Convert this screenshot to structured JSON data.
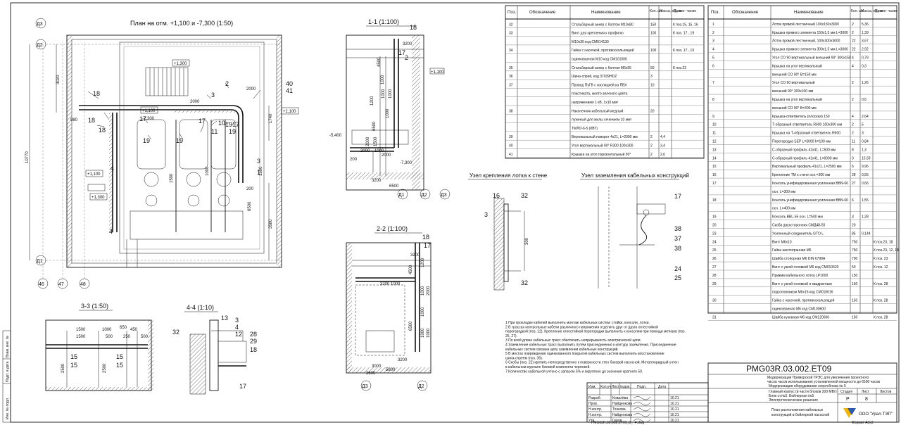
{
  "plan": {
    "title": "План на отм. +1,100 и -7,300 (1:50)",
    "axes": [
      "Д3",
      "Д2",
      "Д1",
      "46",
      "47",
      "48"
    ],
    "elev": [
      "+1,300",
      "+1,100",
      "+1,100",
      "-7,300",
      "+1,300",
      "+1,100"
    ],
    "dims": [
      "3020",
      "980",
      "10770",
      "1740",
      "3580",
      "2000",
      "1500",
      "1000",
      "1500",
      "200",
      "6500",
      "2000"
    ],
    "callouts": [
      "18",
      "18",
      "17",
      "18",
      "19",
      "19",
      "17",
      "10",
      "19",
      "17",
      "11",
      "19",
      "2",
      "3",
      "4",
      "3",
      "40",
      "41",
      "1",
      "4"
    ]
  },
  "sec11": {
    "title": "1-1 (1:100)",
    "axes": [
      "Д1",
      "Д2",
      "Д3"
    ],
    "callouts": [
      "18",
      "17",
      "2"
    ],
    "elev": [
      "+1,100",
      "-5,400",
      "-7,300"
    ],
    "dims": [
      "3200",
      "4500",
      "6500",
      "2000",
      "1000",
      "2000",
      "3200",
      "200",
      "6500",
      "1200",
      "1000",
      "1500",
      "2000",
      "1000",
      "1000",
      "1000"
    ]
  },
  "sec22": {
    "title": "2-2 (1:100)",
    "callouts": [
      "18",
      "17"
    ],
    "axes": [
      "Д3",
      "Д2"
    ],
    "dims": [
      "3200",
      "4500",
      "6500",
      "3200",
      "1000",
      "3000",
      "5800",
      "1200",
      "1000",
      "1000",
      "1000",
      "1000",
      "2000",
      "3200",
      "3500"
    ]
  },
  "sec33": {
    "title": "3-3 (1:50)",
    "dims": [
      "1500",
      "1000",
      "650",
      "1500",
      "500",
      "250",
      "450",
      "500",
      "2500",
      "2500"
    ],
    "callouts": [
      "15",
      "15",
      "15",
      "15"
    ]
  },
  "sec44": {
    "title": "4-4 (1:10)",
    "callouts": [
      "32",
      "13",
      "3",
      "4",
      "12",
      "28",
      "29",
      "18",
      "17"
    ]
  },
  "node1": {
    "title": "Узел крепления лотка к стене",
    "callouts": [
      "16",
      "32",
      "3",
      "32"
    ],
    "dim": "300"
  },
  "node2": {
    "title": "Узел заземления кабельных конструкций",
    "callouts": [
      "17",
      "38",
      "37",
      "38",
      "24",
      "25"
    ]
  },
  "table_headers": {
    "pos": "Поз.",
    "designation": "Обозначение",
    "name": "Наименование",
    "qty": "Кол. шт.",
    "mass": "Масса, ед., кг",
    "note": "Приме- чание"
  },
  "spec_mid": [
    {
      "pos": "32",
      "name": "Стальбарный анкер с болтом М10х80",
      "qty": "150",
      "mass": "",
      "note": "К поз.15, 15, 16"
    },
    {
      "pos": "33",
      "name": "Винт для крепления к профилю",
      "qty": "100",
      "mass": "",
      "note": "К поз. 17...19"
    },
    {
      "pos": "",
      "name": "М10х30 код СМ014130",
      "qty": "",
      "mass": "",
      "note": ""
    },
    {
      "pos": "34",
      "name": "Гайка с насечкой, противоскользящей",
      "qty": "100",
      "mass": "",
      "note": "К поз. 17...19"
    },
    {
      "pos": "",
      "name": "оцинкованная М10 код СМ101000",
      "qty": "",
      "mass": "",
      "note": ""
    },
    {
      "pos": "35",
      "name": "Стальбарный анкер с болтом М6х55",
      "qty": "50",
      "mass": "",
      "note": "К поз.22"
    },
    {
      "pos": "36",
      "name": "Шина-спрей, код 37039HDZ",
      "qty": "3",
      "mass": "",
      "note": ""
    },
    {
      "pos": "37",
      "name": "Провод ПуГВ с изоляцией из ПВХ",
      "qty": "10",
      "mass": "",
      "note": ""
    },
    {
      "pos": "",
      "name": "пластиката, желто-зеленого цвета",
      "qty": "",
      "mass": "",
      "note": ""
    },
    {
      "pos": "",
      "name": "напряжением 1 кВ, 1х10 мм²",
      "qty": "",
      "mass": "",
      "note": ""
    },
    {
      "pos": "38",
      "name": "Наконечник кабельный медный",
      "qty": "20",
      "mass": "",
      "note": ""
    },
    {
      "pos": "",
      "name": "луженый для жилы сечением 10 мм²",
      "qty": "",
      "mass": "",
      "note": ""
    },
    {
      "pos": "",
      "name": "ТМЛО-6-5 (КВТ)",
      "qty": "",
      "mass": "",
      "note": ""
    },
    {
      "pos": "39",
      "name": "Вертикальный поворот 4х21, L=2000 мм",
      "qty": "2",
      "mass": "4,4",
      "note": ""
    },
    {
      "pos": "40",
      "name": "Угол вертикальный 90° R300 100х300",
      "qty": "2",
      "mass": "3,4",
      "note": ""
    },
    {
      "pos": "41",
      "name": "Крышка на угол горизонтальный 90°",
      "qty": "2",
      "mass": "2,6",
      "note": ""
    }
  ],
  "spec_right": [
    {
      "pos": "1",
      "name": "Лоток прямой лестничный 100х150х3000",
      "qty": "2",
      "mass": "5,36",
      "note": ""
    },
    {
      "pos": "2",
      "name": "Крышка прямого элемента 150х1,5 мм L=3000",
      "qty": "2",
      "mass": "1,39",
      "note": ""
    },
    {
      "pos": "3",
      "name": "Лоток прямой лестничный, 100х300х3000",
      "qty": "22",
      "mass": "3,67",
      "note": ""
    },
    {
      "pos": "4",
      "name": "Крышка прямого элемента 300х1,5 мм L=3000",
      "qty": "22",
      "mass": "2,92",
      "note": ""
    },
    {
      "pos": "5",
      "name": "Угол CO 90 вертикальный внешний 90° 300х150",
      "qty": "4",
      "mass": "0,79",
      "note": ""
    },
    {
      "pos": "6",
      "name": "Крышка на угол вертикальный",
      "qty": "4",
      "mass": "0,3",
      "note": ""
    },
    {
      "pos": "",
      "name": "внешний CO 90° B=150 мм",
      "qty": "",
      "mass": "",
      "note": ""
    },
    {
      "pos": "7",
      "name": "Угол CO 90 вертикальный",
      "qty": "2",
      "mass": "1,26",
      "note": ""
    },
    {
      "pos": "",
      "name": "внешний 90° 300х100 мм",
      "qty": "",
      "mass": "",
      "note": ""
    },
    {
      "pos": "8",
      "name": "Крышка на угол вертикальный",
      "qty": "2",
      "mass": "0,6",
      "note": ""
    },
    {
      "pos": "",
      "name": "внешний CO 90° B=300 мм",
      "qty": "",
      "mass": "",
      "note": ""
    },
    {
      "pos": "9",
      "name": "Крышка-ответвитель (плоская) 150",
      "qty": "4",
      "mass": "2,64",
      "note": ""
    },
    {
      "pos": "10",
      "name": "Т-образный ответвитель R600 100х300 мм",
      "qty": "2",
      "mass": "5",
      "note": ""
    },
    {
      "pos": "11",
      "name": "Крышка на Т-образный ответвитель R600",
      "qty": "2",
      "mass": "3",
      "note": ""
    },
    {
      "pos": "12",
      "name": "Перегородка SEP L=3000 h=100 мм",
      "qty": "11",
      "mass": "0,84",
      "note": ""
    },
    {
      "pos": "13",
      "name": "С-образный профиль 41х41, L=500 мм",
      "qty": "8",
      "mass": "1,3",
      "note": ""
    },
    {
      "pos": "14",
      "name": "С-образный профиль 41х41, L=6000 мм",
      "qty": "3",
      "mass": "15,59",
      "note": ""
    },
    {
      "pos": "15",
      "name": "Вертикальный профиль 41х21, L=2500 мм",
      "qty": "6",
      "mass": "9,96",
      "note": ""
    },
    {
      "pos": "16",
      "name": "Крепление TM к стене осн.=300 мм",
      "qty": "28",
      "mass": "0,55",
      "note": ""
    },
    {
      "pos": "17",
      "name": "Консоль унифицированная усиленная BBN-60",
      "qty": "27",
      "mass": "0,66",
      "note": ""
    },
    {
      "pos": "",
      "name": "осн. L=300 мм",
      "qty": "",
      "mass": "",
      "note": ""
    },
    {
      "pos": "18",
      "name": "Консоль унифицированная усиленная BBN-60",
      "qty": "6",
      "mass": "1,55",
      "note": ""
    },
    {
      "pos": "",
      "name": "осн. L=400 мм",
      "qty": "",
      "mass": "",
      "note": ""
    },
    {
      "pos": "19",
      "name": "Консоль BBL-55 осн. L=500 мм",
      "qty": "3",
      "mass": "1,28",
      "note": ""
    },
    {
      "pos": "20",
      "name": "Скоба двухсторонняя СМД48-50",
      "qty": "20",
      "mass": "",
      "note": ""
    },
    {
      "pos": "23",
      "name": "Усиленный соединитель GTO L",
      "qty": "85",
      "mass": "0,144",
      "note": ""
    },
    {
      "pos": "24",
      "name": "Винт М6х10",
      "qty": "750",
      "mass": "",
      "note": "К поз.23, 18"
    },
    {
      "pos": "25",
      "name": "Гайка шестигранная М6",
      "qty": "750",
      "mass": "",
      "note": "К поз.23, 12, 18"
    },
    {
      "pos": "26",
      "name": "Шайба стопорная М6 DIN 6798A",
      "qty": "700",
      "mass": "",
      "note": "К поз. 23"
    },
    {
      "pos": "27",
      "name": "Винт с узкой головкой М6 код СМ010620",
      "qty": "50",
      "mass": "",
      "note": "К поз. 12"
    },
    {
      "pos": "28",
      "name": "Прижим кабельного лотка LP1000",
      "qty": "150",
      "mass": "",
      "note": ""
    },
    {
      "pos": "29",
      "name": "Винт с узкой головкой и квадратным",
      "qty": "150",
      "mass": "",
      "note": "К поз. 28"
    },
    {
      "pos": "",
      "name": "подголовником М6х16 код СМ010616",
      "qty": "",
      "mass": "",
      "note": ""
    },
    {
      "pos": "30",
      "name": "Гайка с насечкой, противоскользящей",
      "qty": "150",
      "mass": "",
      "note": "К поз. 28"
    },
    {
      "pos": "",
      "name": "оцинкованная М6 код СМ100600",
      "qty": "",
      "mass": "",
      "note": ""
    },
    {
      "pos": "31",
      "name": "Шайба кузовная М6 код СМ120600",
      "qty": "150",
      "mass": "",
      "note": "К поз. 28"
    }
  ],
  "notes": [
    "1  При прокладке кабелей выполнить монтаж кабельных систем: стойки, консоли, лотки.",
    "2  В трассах контрольные кабели различного напряжения отделить друг от друга огнестойкой",
    "перегородкой (поз. 12). Крепление огнестойкой перегородки выполнить к консолям при помощи метизов (поз.",
    "25, 27).",
    "3  По всей длине кабельных трасс обеспечить непрерывность электрической цепи.",
    "4  Заземление кабельных трасс выполнить путем присоединения к контуру заземления. Присоединение",
    "кабельных систем связана цепу заземления кабельных конструкций.",
    "5  В местах повреждения оцинкованного покрытия кабельных систем выполнить восстановление",
    "шина-спреем (поз. 36).",
    "6  Скобы (поз. 22) крепить непосредственно к поверхности стен боковой насосной. Металлоридный учтен",
    "в кабельном журнале боковой комплекта чертежей.",
    "7  Количество кабельной учтено с запасом 5% и округлено до значения кратного 50."
  ],
  "stamp": {
    "code": "РМG03R.03.002.ET09",
    "desc1": "Модернизация Приморской ГРЭС для увеличения проектного",
    "desc2": "числа часов использования установленной мощности до 6500 часов",
    "desc3": "Модернизация оборудования энергоблока № 5",
    "building1": "Главный корпус (в части блоков 200 МВт)",
    "building2": "Блок ст.№5. Бойлерная №5",
    "building3": "Электротехнические решения",
    "sheet_title1": "План расположения кабельных",
    "sheet_title2": "конструкций в бойлерной насосной",
    "stage_label": "Стадия",
    "sheet_label": "Лист",
    "sheets_label": "Листов",
    "stage": "Р",
    "sheet_no": "8",
    "company": "ООО \"Урал-ТЭП\"",
    "cols": [
      "Изм.",
      "Кол.уч",
      "Лист",
      "№док.",
      "Подп.",
      "Дата"
    ],
    "roles": [
      "Разраб.",
      "Пров.",
      "Н.контр.",
      "Н.контр.",
      "Утв."
    ],
    "names": [
      "Ковалёва",
      "Найденкова",
      "Тонкова",
      "Найденкова",
      "Горов"
    ],
    "dates": [
      "10.21",
      "10.21",
      "10.21",
      "10.21",
      "10.21"
    ],
    "format": "Формат A3x3",
    "footer_code": "РМG03R.03.002.ET09_8_~4.dwg",
    "side_labels": [
      "Взам. инв. №",
      "Подп. и дата",
      "Инв. № подл."
    ]
  }
}
